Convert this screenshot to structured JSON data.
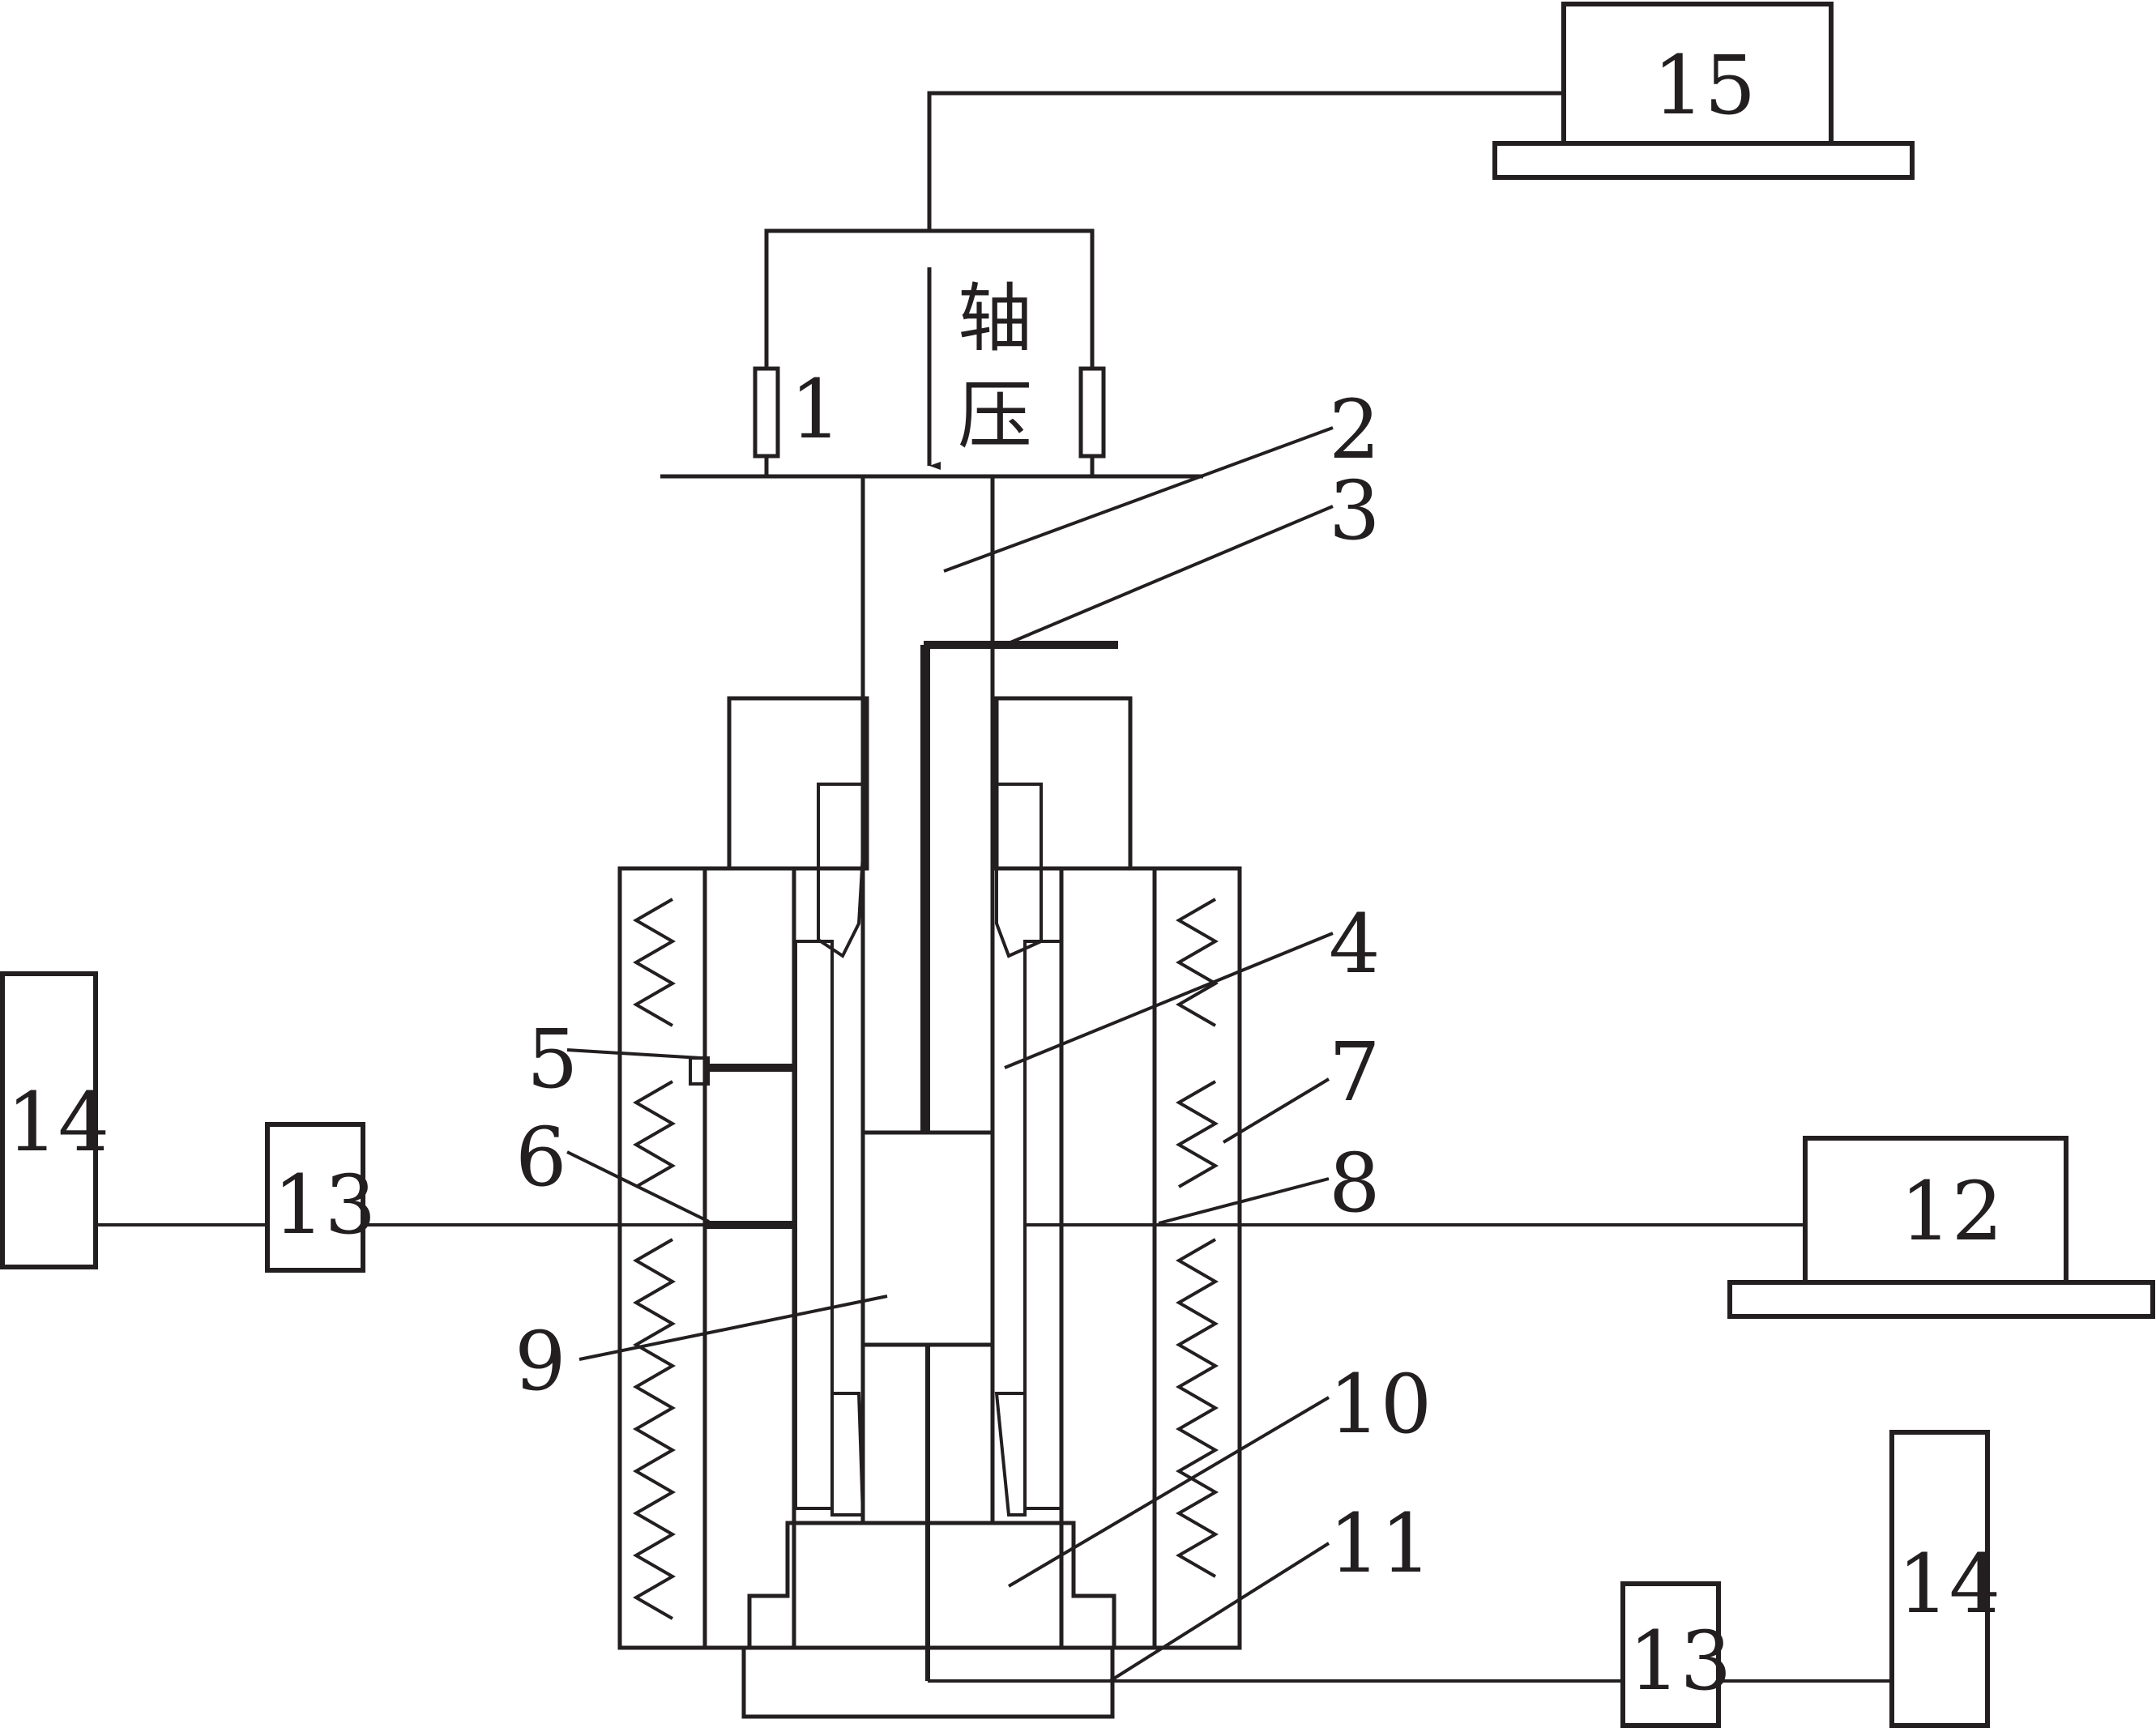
{
  "diagram": {
    "axial_pressure_label_line1": "轴",
    "axial_pressure_label_line2": "压",
    "labels": {
      "l1": "1",
      "l2": "2",
      "l3": "3",
      "l4": "4",
      "l5": "5",
      "l6": "6",
      "l7": "7",
      "l8": "8",
      "l9": "9",
      "l10": "10",
      "l11": "11",
      "l12": "12",
      "l13_left": "13",
      "l13_right": "13",
      "l14_left": "14",
      "l14_right": "14",
      "l15": "15"
    },
    "colors": {
      "ink": "#231f20",
      "background": "#ffffff"
    }
  }
}
